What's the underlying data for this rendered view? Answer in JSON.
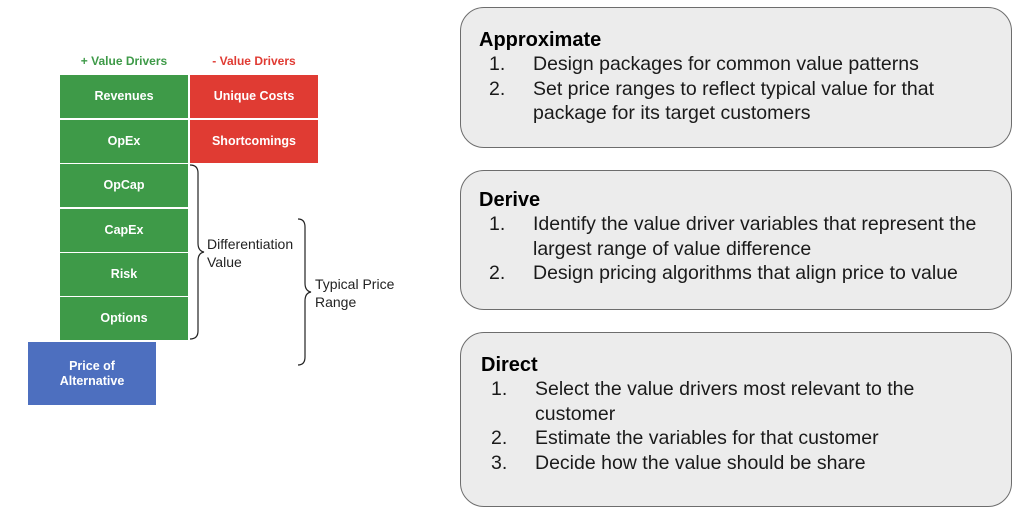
{
  "diagram": {
    "plus_header": "+ Value Drivers",
    "minus_header": "- Value Drivers",
    "plus_blocks": [
      "Revenues",
      "OpEx",
      "OpCap",
      "CapEx",
      "Risk",
      "Options"
    ],
    "minus_blocks": [
      "Unique Costs",
      "Shortcomings"
    ],
    "alternative_block": "Price of Alternative",
    "differentiation_label": "Differentiation Value",
    "price_range_label": "Typical Price Range",
    "colors": {
      "positive": "#3e9a48",
      "negative": "#e03b33",
      "alternative": "#4d6fbf"
    }
  },
  "boxes": [
    {
      "title": "Approximate",
      "items": [
        {
          "num": "1.",
          "text": "Design packages for common value patterns"
        },
        {
          "num": "2.",
          "text": "Set price ranges to reflect typical value for that package for its target customers"
        }
      ]
    },
    {
      "title": "Derive",
      "items": [
        {
          "num": "1.",
          "text": "Identify the value driver variables that represent the largest range of value difference"
        },
        {
          "num": "2.",
          "text": "Design pricing algorithms that align price to value"
        }
      ]
    },
    {
      "title": "Direct",
      "items": [
        {
          "num": "1.",
          "text": "Select the value drivers most relevant to the customer"
        },
        {
          "num": "2.",
          "text": "Estimate the variables for that customer"
        },
        {
          "num": "3.",
          "text": "Decide how the value should be share"
        }
      ]
    }
  ]
}
